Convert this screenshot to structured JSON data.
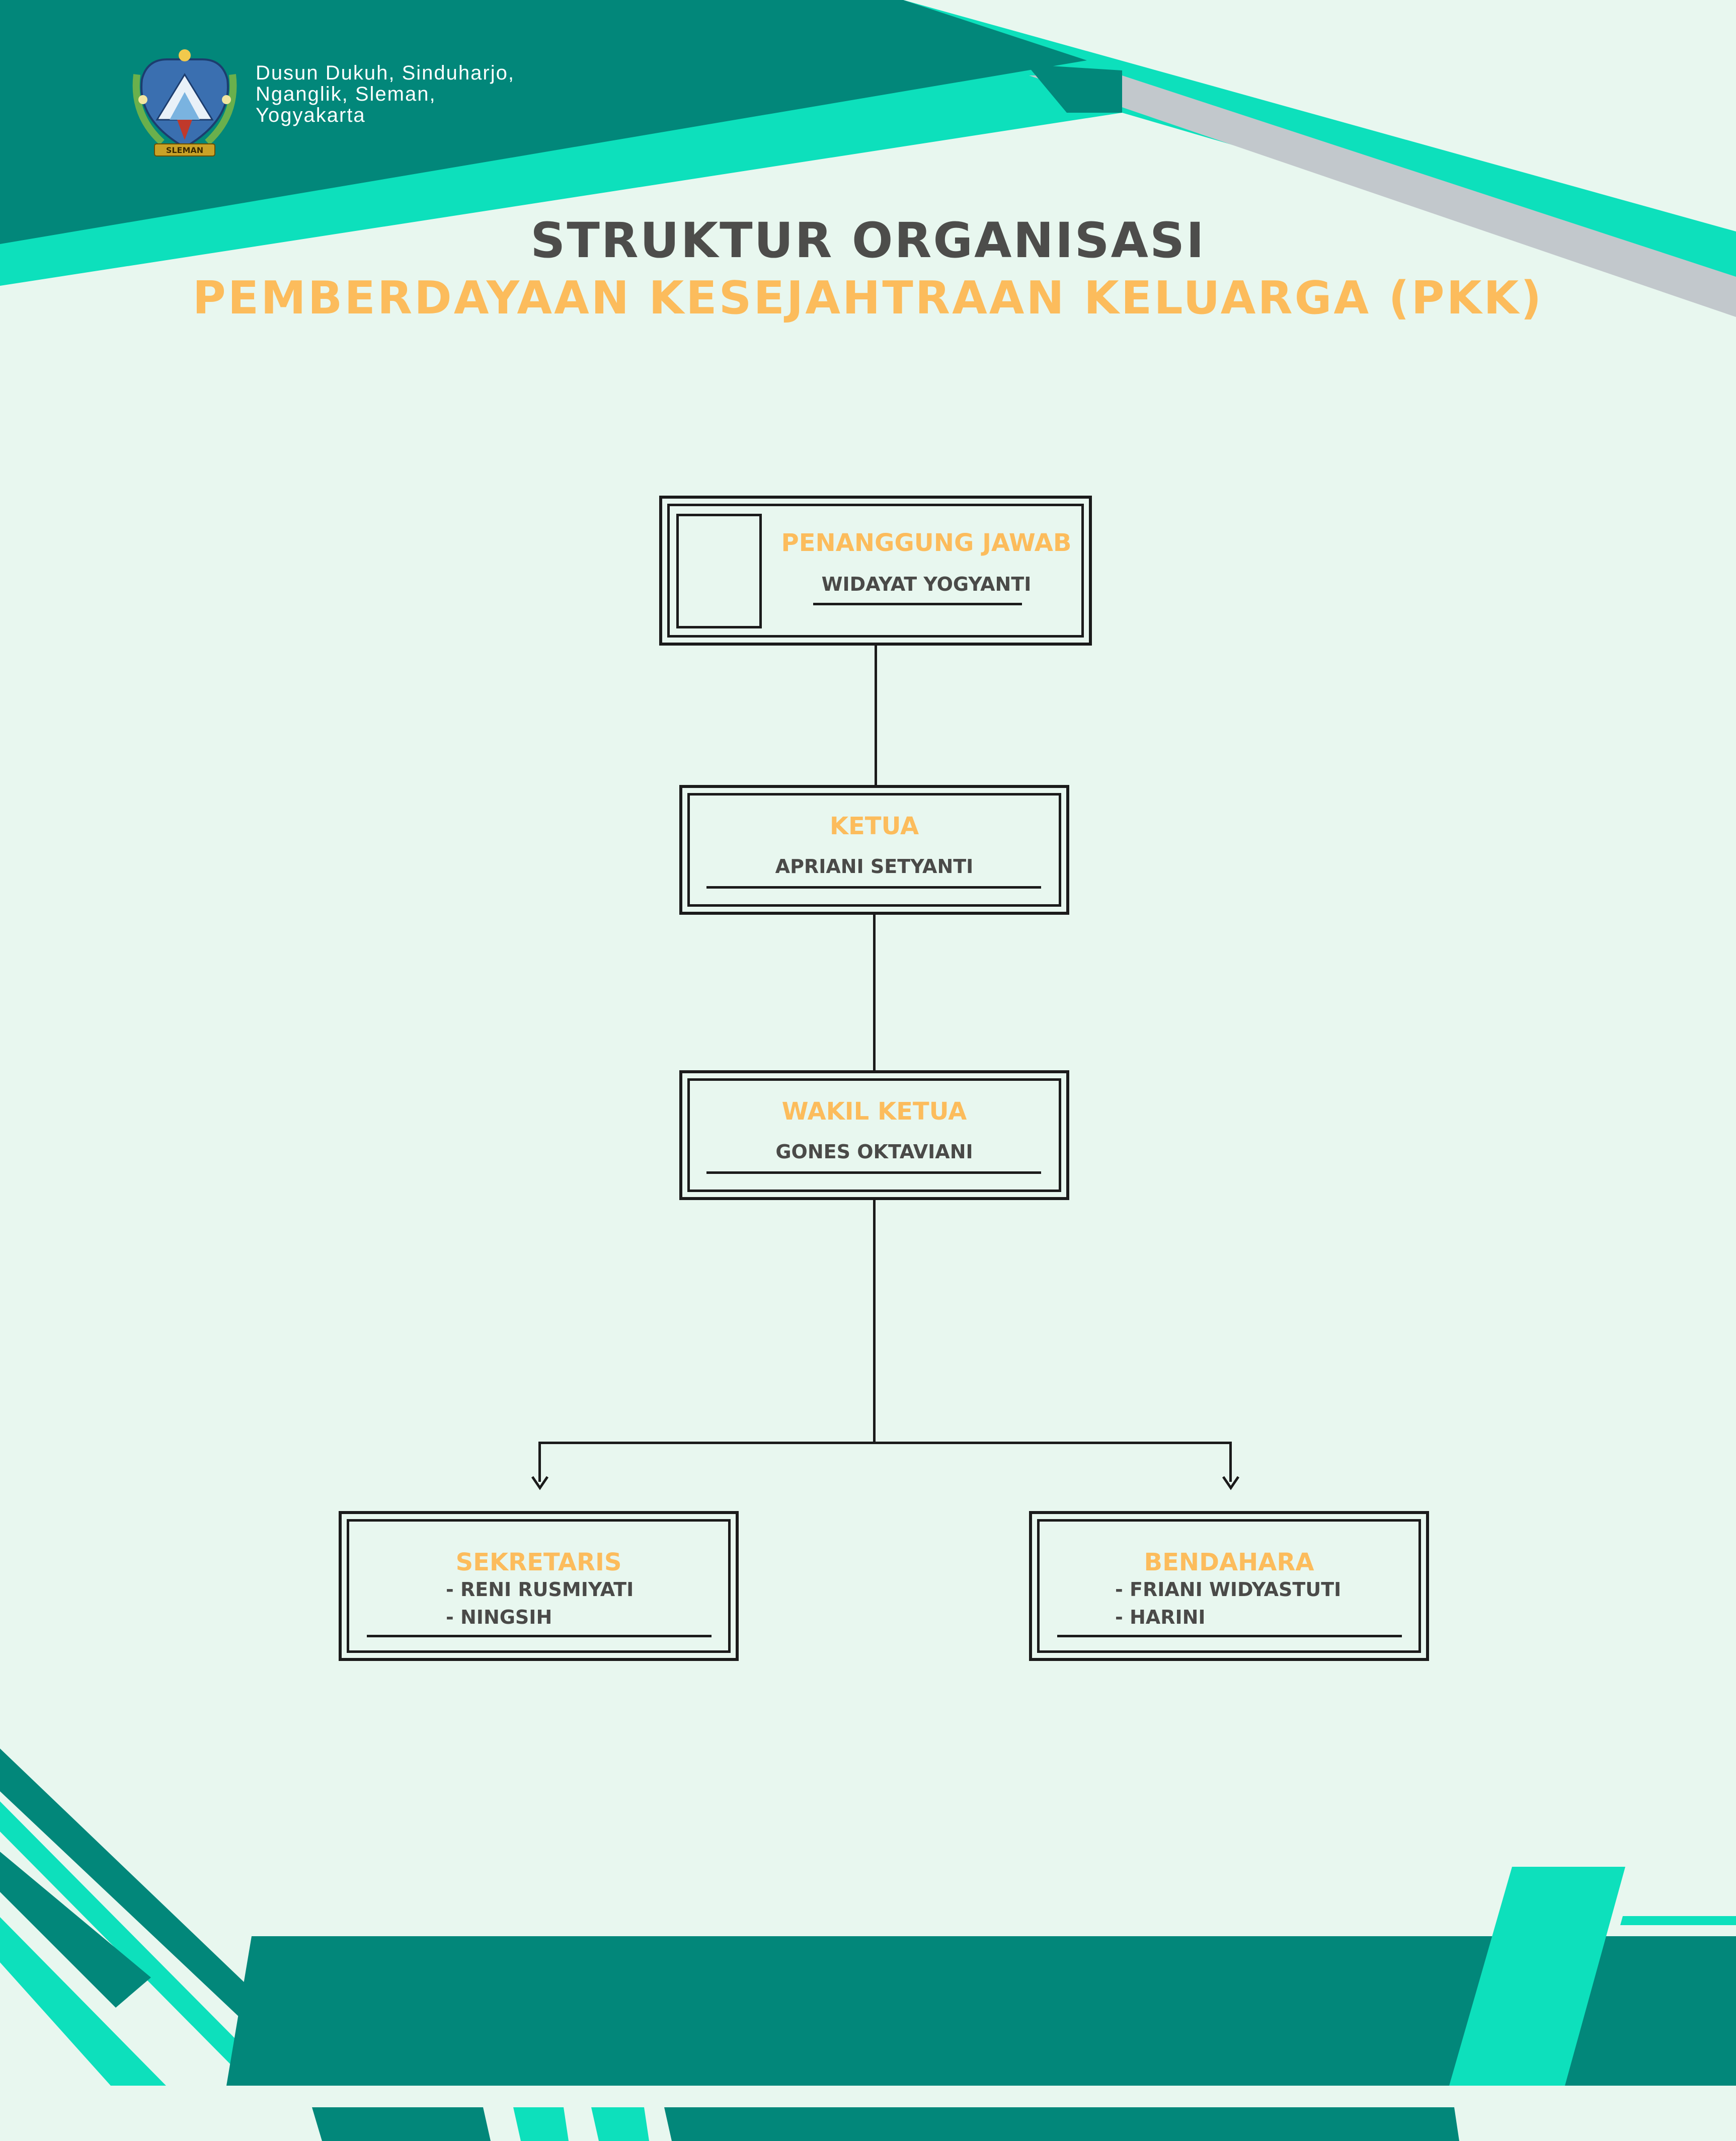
{
  "header": {
    "logo_name": "SLEMAN",
    "address_lines": [
      "Dusun Dukuh, Sinduharjo,",
      "Nganglik, Sleman,",
      "Yogyakarta"
    ]
  },
  "title": {
    "line1": "STRUKTUR ORGANISASI",
    "line2": "PEMBERDAYAAN KESEJAHTRAAN KELUARGA (PKK)"
  },
  "org": {
    "penanggung_jawab": {
      "role": "PENANGGUNG JAWAB",
      "name": "WIDAYAT YOGYANTI"
    },
    "ketua": {
      "role": "KETUA",
      "name": "APRIANI SETYANTI"
    },
    "wakil_ketua": {
      "role": "WAKIL KETUA",
      "name": "GONES OKTAVIANI"
    },
    "sekretaris": {
      "role": "SEKRETARIS",
      "members": [
        "- RENI RUSMIYATI",
        "- NINGSIH"
      ]
    },
    "bendahara": {
      "role": "BENDAHARA",
      "members": [
        "- FRIANI WIDYASTUTI",
        "- HARINI"
      ]
    }
  },
  "colors": {
    "background": "#e8f7ef",
    "dark_teal": "#02877a",
    "bright_teal": "#0de0bc",
    "gray_stripe": "#c2c8cc",
    "accent_orange": "#fcbc5c",
    "text_dark": "#4d4d4b"
  }
}
